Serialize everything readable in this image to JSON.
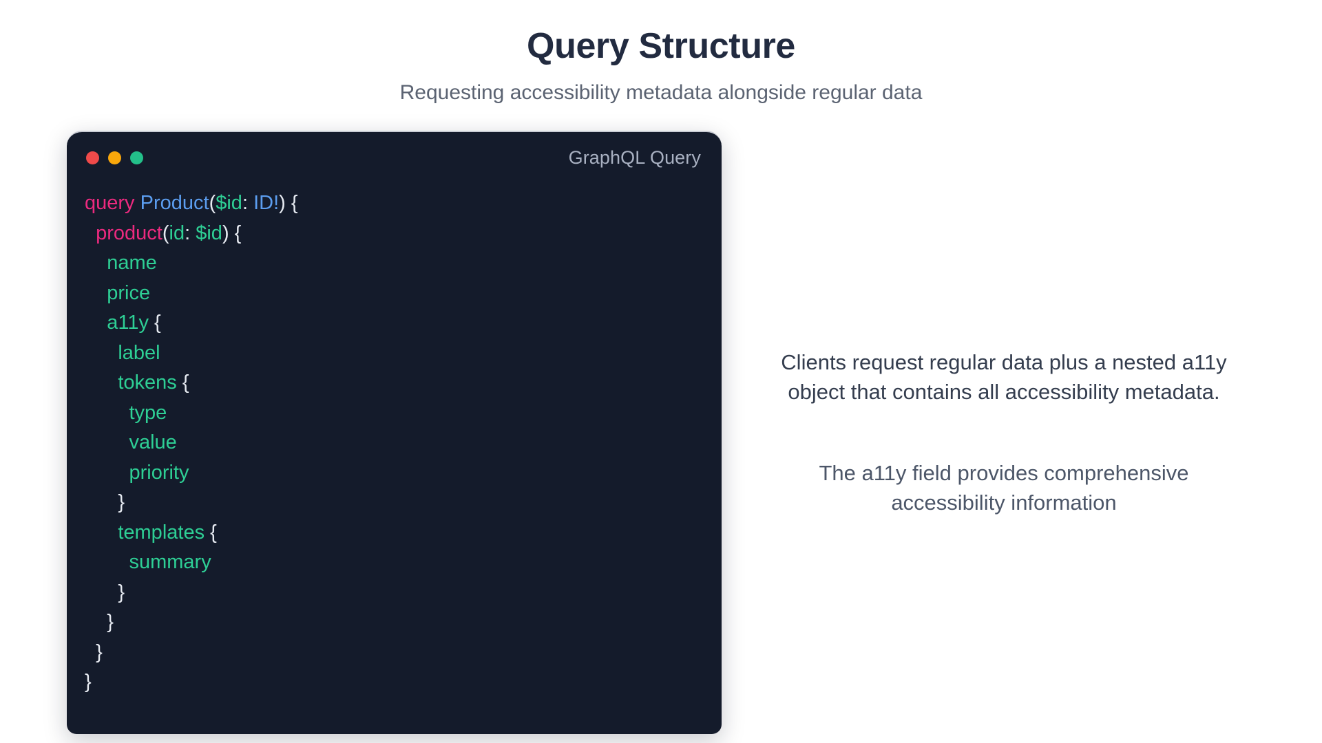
{
  "header": {
    "title": "Query Structure",
    "subtitle": "Requesting accessibility metadata alongside regular data"
  },
  "code_window": {
    "label": "GraphQL Query",
    "language": "graphql",
    "traffic_lights": [
      {
        "name": "close",
        "color": "#f04a4a"
      },
      {
        "name": "minimize",
        "color": "#f9a70b"
      },
      {
        "name": "maximize",
        "color": "#23c08a"
      }
    ],
    "background": "#141b2b",
    "token_colors": {
      "keyword": "#ec2a7f",
      "type": "#5c9ef0",
      "variable": "#2ecf95",
      "field": "#2ecf95",
      "punctuation": "#e7ebf2"
    },
    "lines": [
      [
        {
          "t": "query",
          "c": "tk-keyword"
        },
        {
          "t": " ",
          "c": "tk-punct"
        },
        {
          "t": "Product",
          "c": "tk-type"
        },
        {
          "t": "(",
          "c": "tk-punct"
        },
        {
          "t": "$id",
          "c": "tk-var"
        },
        {
          "t": ": ",
          "c": "tk-punct"
        },
        {
          "t": "ID!",
          "c": "tk-type"
        },
        {
          "t": ") {",
          "c": "tk-punct"
        }
      ],
      [
        {
          "t": "  ",
          "c": "tk-punct"
        },
        {
          "t": "product",
          "c": "tk-keyword"
        },
        {
          "t": "(",
          "c": "tk-punct"
        },
        {
          "t": "id",
          "c": "tk-var"
        },
        {
          "t": ": ",
          "c": "tk-punct"
        },
        {
          "t": "$id",
          "c": "tk-var"
        },
        {
          "t": ") {",
          "c": "tk-punct"
        }
      ],
      [
        {
          "t": "    ",
          "c": "tk-punct"
        },
        {
          "t": "name",
          "c": "tk-field"
        }
      ],
      [
        {
          "t": "    ",
          "c": "tk-punct"
        },
        {
          "t": "price",
          "c": "tk-field"
        }
      ],
      [
        {
          "t": "    ",
          "c": "tk-punct"
        },
        {
          "t": "a11y",
          "c": "tk-field"
        },
        {
          "t": " {",
          "c": "tk-punct"
        }
      ],
      [
        {
          "t": "      ",
          "c": "tk-punct"
        },
        {
          "t": "label",
          "c": "tk-field"
        }
      ],
      [
        {
          "t": "      ",
          "c": "tk-punct"
        },
        {
          "t": "tokens",
          "c": "tk-field"
        },
        {
          "t": " {",
          "c": "tk-punct"
        }
      ],
      [
        {
          "t": "        ",
          "c": "tk-punct"
        },
        {
          "t": "type",
          "c": "tk-field"
        }
      ],
      [
        {
          "t": "        ",
          "c": "tk-punct"
        },
        {
          "t": "value",
          "c": "tk-field"
        }
      ],
      [
        {
          "t": "        ",
          "c": "tk-punct"
        },
        {
          "t": "priority",
          "c": "tk-field"
        }
      ],
      [
        {
          "t": "      }",
          "c": "tk-punct"
        }
      ],
      [
        {
          "t": "      ",
          "c": "tk-punct"
        },
        {
          "t": "templates",
          "c": "tk-field"
        },
        {
          "t": " {",
          "c": "tk-punct"
        }
      ],
      [
        {
          "t": "        ",
          "c": "tk-punct"
        },
        {
          "t": "summary",
          "c": "tk-field"
        }
      ],
      [
        {
          "t": "      }",
          "c": "tk-punct"
        }
      ],
      [
        {
          "t": "    }",
          "c": "tk-punct"
        }
      ],
      [
        {
          "t": "  }",
          "c": "tk-punct"
        }
      ],
      [
        {
          "t": "}",
          "c": "tk-punct"
        }
      ]
    ]
  },
  "notes": {
    "primary": "Clients request regular data plus a nested a11y object that contains all accessibility metadata.",
    "secondary": "The a11y field provides comprehensive accessibility information"
  }
}
